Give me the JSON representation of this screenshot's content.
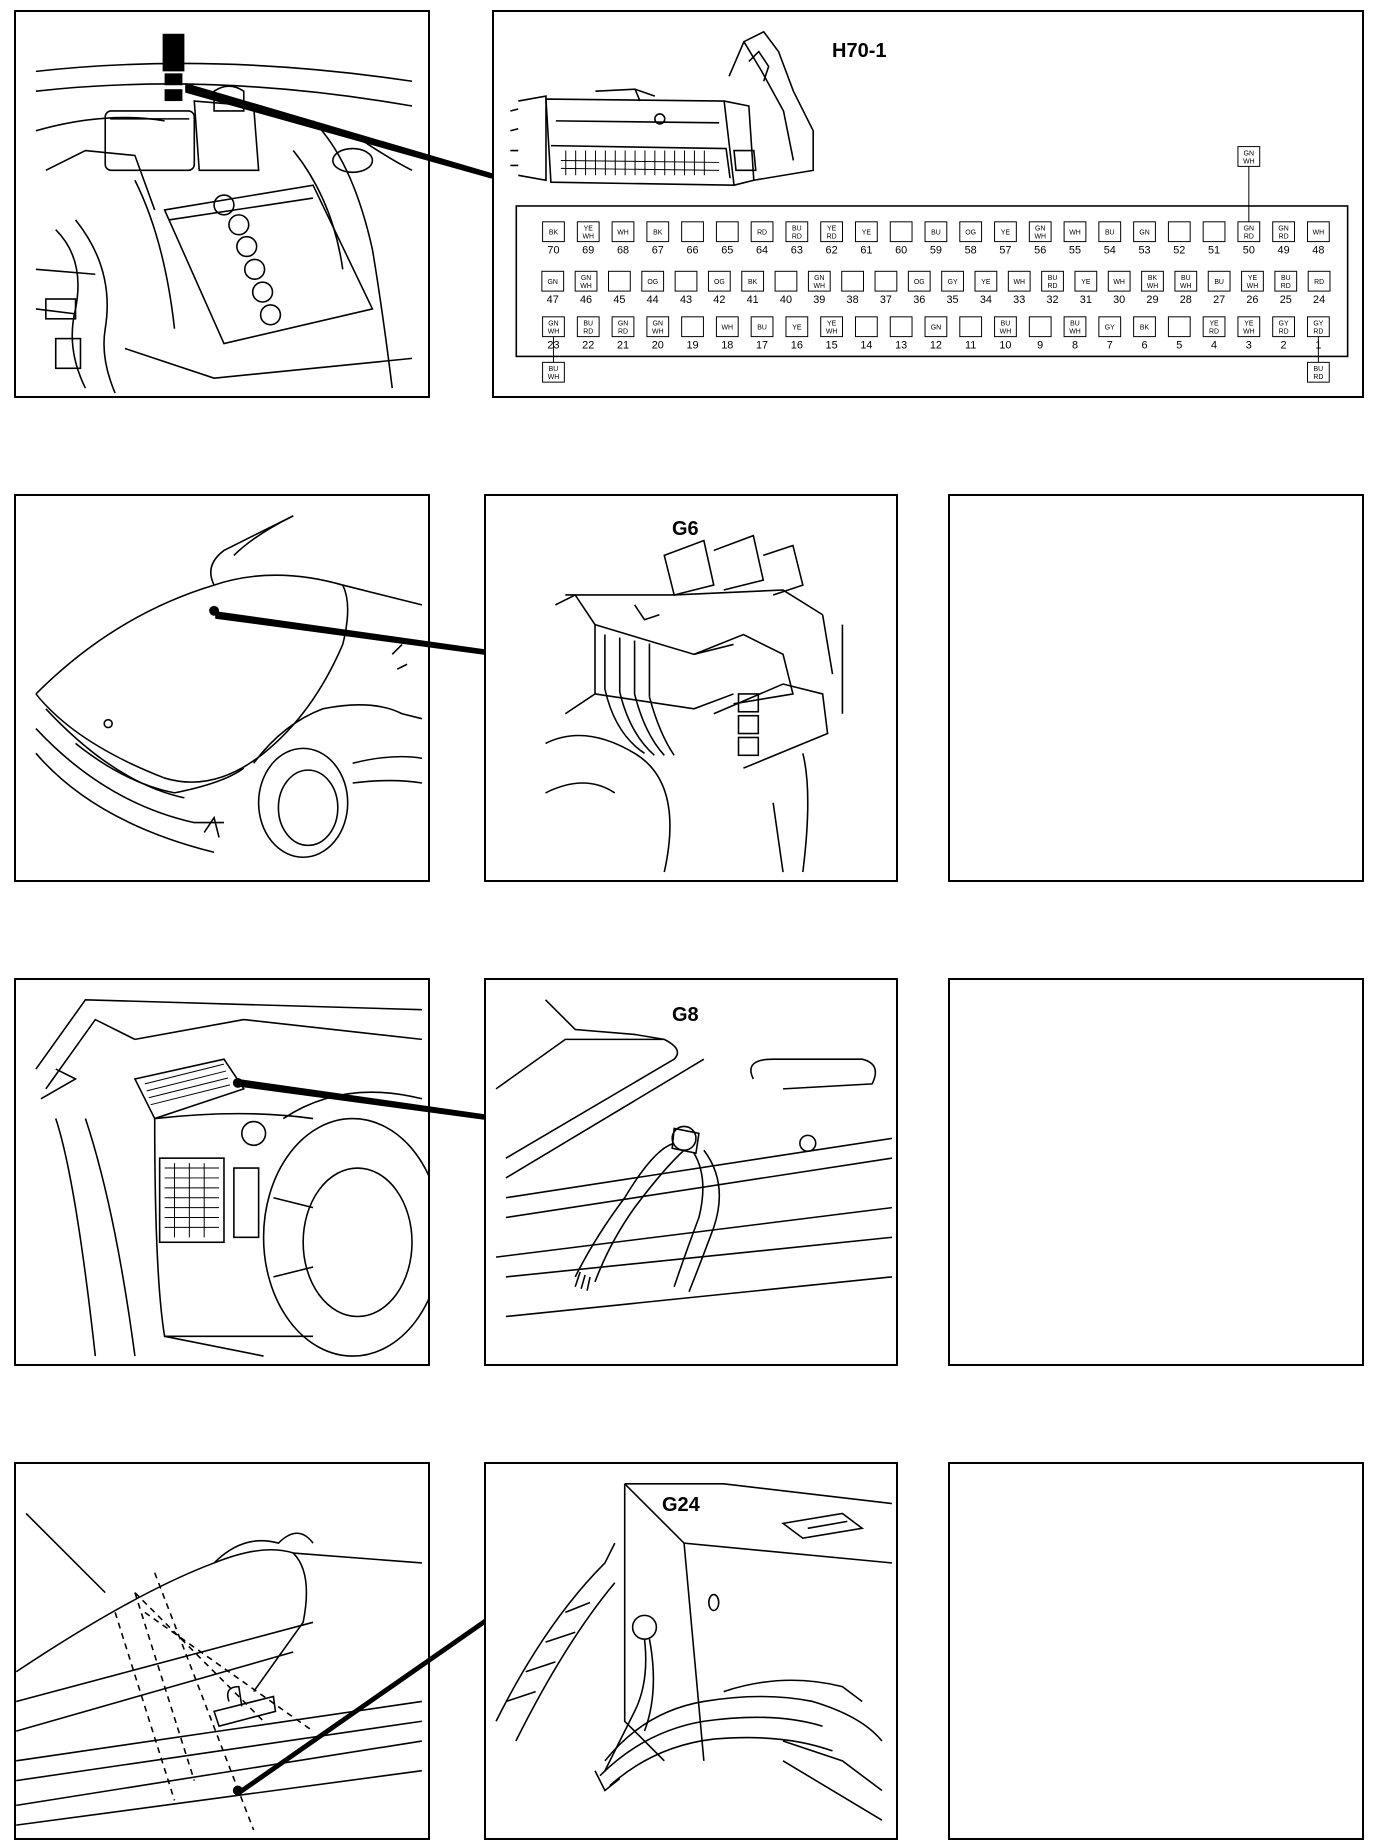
{
  "labels": {
    "h70": "H70-1",
    "g6": "G6",
    "g8": "G8",
    "g24": "G24"
  },
  "connector": {
    "rows": [
      {
        "pins": [
          {
            "n": "70",
            "c": "BK"
          },
          {
            "n": "69",
            "c": "YE WH"
          },
          {
            "n": "68",
            "c": "WH"
          },
          {
            "n": "67",
            "c": "BK"
          },
          {
            "n": "66",
            "c": ""
          },
          {
            "n": "65",
            "c": ""
          },
          {
            "n": "64",
            "c": "RD"
          },
          {
            "n": "63",
            "c": "BU RD"
          },
          {
            "n": "62",
            "c": "YE RD"
          },
          {
            "n": "61",
            "c": "YE"
          },
          {
            "n": "60",
            "c": ""
          },
          {
            "n": "59",
            "c": "BU"
          },
          {
            "n": "58",
            "c": "OG"
          },
          {
            "n": "57",
            "c": "YE"
          },
          {
            "n": "56",
            "c": "GN WH"
          },
          {
            "n": "55",
            "c": "WH"
          },
          {
            "n": "54",
            "c": "BU"
          },
          {
            "n": "53",
            "c": "GN"
          },
          {
            "n": "52",
            "c": ""
          },
          {
            "n": "51",
            "c": ""
          },
          {
            "n": "50",
            "c": "GN RD"
          },
          {
            "n": "49",
            "c": "GN RD"
          },
          {
            "n": "48",
            "c": "WH"
          }
        ]
      },
      {
        "pins": [
          {
            "n": "47",
            "c": "GN"
          },
          {
            "n": "46",
            "c": "GN WH"
          },
          {
            "n": "45",
            "c": ""
          },
          {
            "n": "44",
            "c": "OG"
          },
          {
            "n": "43",
            "c": ""
          },
          {
            "n": "42",
            "c": "OG"
          },
          {
            "n": "41",
            "c": "BK"
          },
          {
            "n": "40",
            "c": ""
          },
          {
            "n": "39",
            "c": "GN WH"
          },
          {
            "n": "38",
            "c": ""
          },
          {
            "n": "37",
            "c": ""
          },
          {
            "n": "36",
            "c": "OG"
          },
          {
            "n": "35",
            "c": "GY"
          },
          {
            "n": "34",
            "c": "YE"
          },
          {
            "n": "33",
            "c": "WH"
          },
          {
            "n": "32",
            "c": "BU RD"
          },
          {
            "n": "31",
            "c": "YE"
          },
          {
            "n": "30",
            "c": "WH"
          },
          {
            "n": "29",
            "c": "BK WH"
          },
          {
            "n": "28",
            "c": "BU WH"
          },
          {
            "n": "27",
            "c": "BU"
          },
          {
            "n": "26",
            "c": "YE WH"
          },
          {
            "n": "25",
            "c": "BU RD"
          },
          {
            "n": "24",
            "c": "RD"
          }
        ]
      },
      {
        "pins": [
          {
            "n": "23",
            "c": "GN WH"
          },
          {
            "n": "22",
            "c": "BU RD"
          },
          {
            "n": "21",
            "c": "GN RD"
          },
          {
            "n": "20",
            "c": "GN WH"
          },
          {
            "n": "19",
            "c": ""
          },
          {
            "n": "18",
            "c": "WH"
          },
          {
            "n": "17",
            "c": "BU"
          },
          {
            "n": "16",
            "c": "YE"
          },
          {
            "n": "15",
            "c": "YE WH"
          },
          {
            "n": "14",
            "c": ""
          },
          {
            "n": "13",
            "c": ""
          },
          {
            "n": "12",
            "c": "GN"
          },
          {
            "n": "11",
            "c": ""
          },
          {
            "n": "10",
            "c": "BU WH"
          },
          {
            "n": "9",
            "c": ""
          },
          {
            "n": "8",
            "c": "BU WH"
          },
          {
            "n": "7",
            "c": "GY"
          },
          {
            "n": "6",
            "c": "BK"
          },
          {
            "n": "5",
            "c": ""
          },
          {
            "n": "4",
            "c": "YE RD"
          },
          {
            "n": "3",
            "c": "YE WH"
          },
          {
            "n": "2",
            "c": "GY RD"
          },
          {
            "n": "1",
            "c": "GY RD"
          }
        ]
      }
    ],
    "splices": [
      {
        "pin": "50",
        "c": "GN WH",
        "side": "top"
      },
      {
        "pin": "23",
        "c": "BU WH",
        "side": "bottom"
      },
      {
        "pin": "1",
        "c": "BU RD",
        "side": "bottom"
      }
    ]
  }
}
